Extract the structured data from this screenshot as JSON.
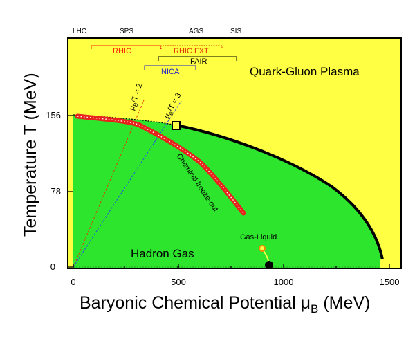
{
  "axes": {
    "xlabel_main": "Baryonic Chemical Potential μ",
    "xlabel_sub": "B",
    "xlabel_unit": " (MeV)",
    "ylabel": "Temperature T (MeV)",
    "x_ticks": [
      "0",
      "500",
      "1000",
      "1500"
    ],
    "y_ticks": [
      "0",
      "78",
      "156"
    ]
  },
  "facilities_top": [
    "LHC",
    "SPS",
    "AGS",
    "SIS"
  ],
  "programs": {
    "rhic": "RHIC",
    "rhic_fxt": "RHIC FXT",
    "fair": "FAIR",
    "nica": "NICA"
  },
  "regions": {
    "qgp": "Quark-Gluon Plasma",
    "hadron_gas": "Hadron Gas"
  },
  "annotations": {
    "freezeout": "Chemical freeze-out",
    "ratio2_main": "μ",
    "ratio2_sub": "B",
    "ratio2_rest": "/T = 2",
    "ratio3_main": "μ",
    "ratio3_sub": "B",
    "ratio3_rest": "/T = 3",
    "gas_liquid": "Gas-Liquid"
  },
  "colors": {
    "qgp_region": "#ffff44",
    "hadron_region": "#2ee52e",
    "freezeout_band": "#e8231c",
    "rhic": "#ff2200",
    "rhic_fxt": "#e03000",
    "nica": "#2222cc",
    "fair": "#000000",
    "ratio2_line": "#e03a00",
    "ratio3_line": "#2255dd",
    "gas_liquid_point": "#ff8800"
  }
}
